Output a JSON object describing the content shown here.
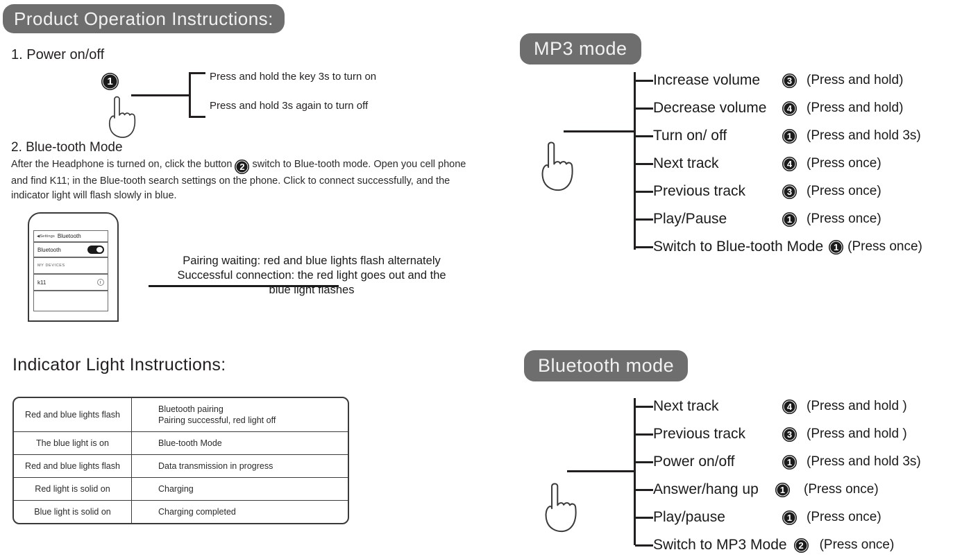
{
  "header": {
    "title": "Product Operation Instructions:"
  },
  "section1": {
    "heading": "1. Power  on/off",
    "badge": "1",
    "branch1": "Press and hold the key 3s to turn on",
    "branch2": "Press and hold 3s again to turn off"
  },
  "section2": {
    "heading": "2. Blue-tooth Mode",
    "para_part1": "After the Headphone is turned on, click the button ",
    "para_badge": "2",
    "para_part2": " switch to Blue-tooth mode. Open you cell phone and find K11; in the Blue-tooth search settings on the phone. Click to connect successfully, and the indicator light will flash slowly in blue."
  },
  "phone": {
    "back_label": "Settings",
    "nav_title": "Bluetooth",
    "bluetooth_label": "Bluetooth",
    "toggle_state": "on",
    "section_header": "MY DEVICES",
    "device_name": "k11"
  },
  "pairing": {
    "line1": "Pairing waiting: red and blue lights flash alternately",
    "line2": "Successful connection: the red light goes out and the",
    "line3": "blue light flashes"
  },
  "indicator": {
    "heading": "Indicator Light Instructions:",
    "rows": [
      {
        "state": "Red and blue lights flash",
        "meaning": "Bluetooth pairing\nPairing successful, red light off"
      },
      {
        "state": "The blue light is on",
        "meaning": "Blue-tooth Mode"
      },
      {
        "state": "Red and blue lights flash",
        "meaning": "Data transmission in progress"
      },
      {
        "state": "Red light is solid on",
        "meaning": "Charging"
      },
      {
        "state": "Blue light is solid on",
        "meaning": "Charging completed"
      }
    ]
  },
  "mp3_mode": {
    "title": "MP3 mode",
    "rows": [
      {
        "action": "Increase volume",
        "badge": "3",
        "note": "(Press and hold)"
      },
      {
        "action": "Decrease volume",
        "badge": "4",
        "note": "(Press and hold)"
      },
      {
        "action": "Turn on/ off",
        "badge": "1",
        "note": "(Press and hold 3s)"
      },
      {
        "action": "Next track",
        "badge": "4",
        "note": "(Press once)"
      },
      {
        "action": "Previous track",
        "badge": "3",
        "note": "(Press once)"
      },
      {
        "action": "Play/Pause",
        "badge": "1",
        "note": "(Press once)"
      },
      {
        "action": "Switch to Blue-tooth Mode",
        "badge": "1",
        "note": "(Press once)"
      }
    ]
  },
  "bluetooth_mode": {
    "title": "Bluetooth mode",
    "rows": [
      {
        "action": "Next track",
        "badge": "4",
        "note": "(Press and hold )"
      },
      {
        "action": "Previous track",
        "badge": "3",
        "note": "(Press and hold )"
      },
      {
        "action": "Power on/off",
        "badge": "1",
        "note": "(Press and hold 3s)"
      },
      {
        "action": "Answer/hang up",
        "badge": "1",
        "note": "(Press once)"
      },
      {
        "action": "Play/pause",
        "badge": "1",
        "note": "(Press once)"
      },
      {
        "action": "Switch to MP3 Mode",
        "badge": "2",
        "note": "(Press once)"
      }
    ]
  },
  "colors": {
    "pill_gray": "#6e6e6e",
    "ink": "#231f20",
    "badge_black": "#1a1a1a"
  }
}
